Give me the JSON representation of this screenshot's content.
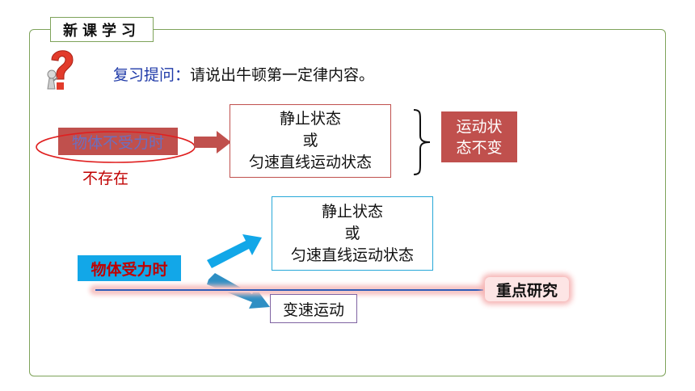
{
  "header": {
    "title": "新课学习"
  },
  "question": {
    "prefix": "复习提问：",
    "text": "请说出牛顿第一定律内容。"
  },
  "top_row": {
    "condition_label": "物体不受力时",
    "annotation": "不存在",
    "state_box": {
      "line1": "静止状态",
      "line2": "或",
      "line3": "匀速直线运动状态"
    },
    "result_label": {
      "line1": "运动状",
      "line2": "态不变"
    }
  },
  "bottom_row": {
    "condition_label": "物体受力时",
    "state_box": {
      "line1": "静止状态",
      "line2": "或",
      "line3": "匀速直线运动状态"
    },
    "variable_box": "变速运动",
    "highlight_label": "重点研究"
  },
  "colors": {
    "frame_green": "#7ea35a",
    "accent_red": "#c0504d",
    "accent_cyan": "#12a7e8",
    "accent_purple": "#8064a2",
    "question_blue": "#1f3aa8"
  },
  "icons": [
    "question-mark-person-icon",
    "arrow-right-icon",
    "curly-brace-icon",
    "arrow-up-right-icon",
    "arrow-down-right-icon"
  ]
}
